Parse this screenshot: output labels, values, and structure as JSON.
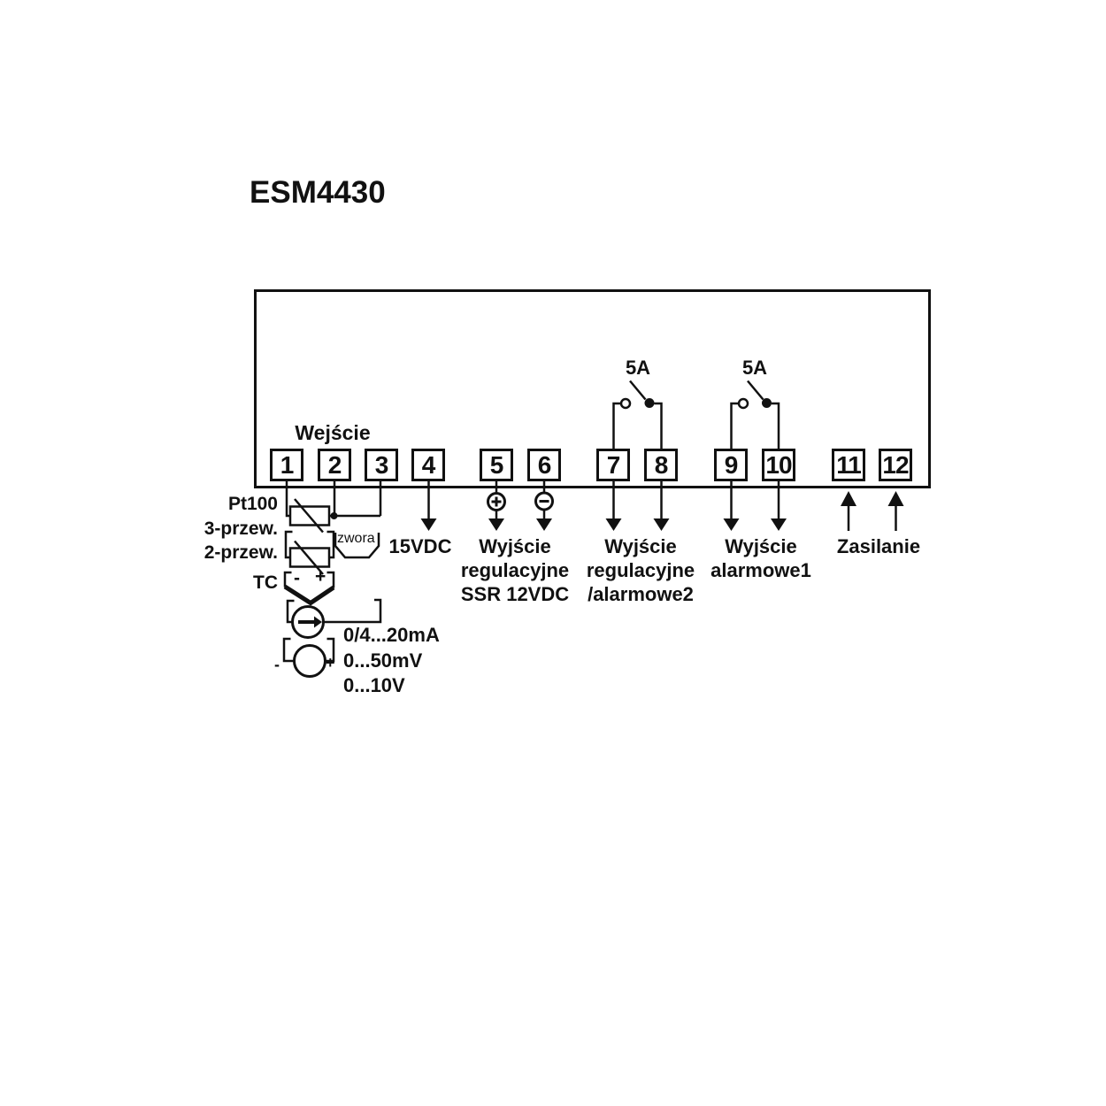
{
  "title": "ESM4430",
  "device": {
    "input_label": "Wejście",
    "terminals": [
      "1",
      "2",
      "3",
      "4",
      "5",
      "6",
      "7",
      "8",
      "9",
      "10",
      "11",
      "12"
    ],
    "relay1_rating": "5A",
    "relay2_rating": "5A"
  },
  "inputs": {
    "pt100": "Pt100",
    "three_wire": "3-przew.",
    "two_wire": "2-przew.",
    "jumper": "zwora",
    "tc": "TC",
    "tc_minus": "-",
    "tc_plus": "+",
    "current_range": "0/4...20mA",
    "mv_range": "0...50mV",
    "v_range": "0...10V",
    "mv_minus": "-",
    "mv_plus": "+"
  },
  "outputs": {
    "supply_out": "15VDC",
    "out1_lines": [
      "Wyjście",
      "regulacyjne",
      "SSR 12VDC"
    ],
    "out2_lines": [
      "Wyjście",
      "regulacyjne",
      "/alarmowe2"
    ],
    "alarm1_lines": [
      "Wyjście",
      "alarmowe1"
    ],
    "power": "Zasilanie"
  },
  "colors": {
    "ink": "#111111",
    "background": "#ffffff"
  }
}
